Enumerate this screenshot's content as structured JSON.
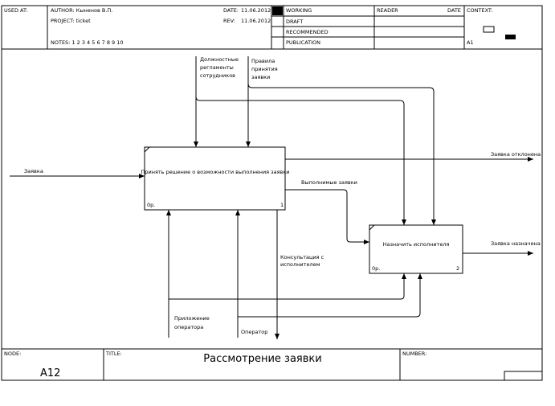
{
  "header": {
    "used_at": "USED AT:",
    "author": "AUTHOR: Кыненов В.П.",
    "project": "PROJECT: ticket",
    "notes": "NOTES: 1 2 3 4 5 6 7 8 9 10",
    "date_label": "DATE:",
    "date_value": "11.06.2012",
    "rev_label": "REV:",
    "rev_value": "11.06.2012",
    "status": [
      "WORKING",
      "DRAFT",
      "RECOMMENDED",
      "PUBLICATION"
    ],
    "reader": "READER",
    "reader_date": "DATE",
    "context": "CONTEXT:",
    "context_node": "A1"
  },
  "diagram": {
    "box1": {
      "label": "Принять решение о возможности выполнения заявки",
      "cost": "0р.",
      "number": "1"
    },
    "box2": {
      "label": "Назначить исполнителя",
      "cost": "0р.",
      "number": "2"
    },
    "arrows": {
      "input": "Заявка",
      "control1": [
        "Должностные",
        "регламенты",
        "сотрудников"
      ],
      "control2": [
        "Правила",
        "принятия",
        "заявки"
      ],
      "rejected": "Заявка отклонена",
      "accepted": "Выполнимые заявки",
      "assigned": "Заявка назначена",
      "consult": [
        "Консультация с",
        "исполнителем"
      ],
      "app": [
        "Приложение",
        "оператора"
      ],
      "operator": "Оператор"
    }
  },
  "footer": {
    "node_label": "NODE:",
    "node_value": "A12",
    "title_label": "TITLE:",
    "title_value": "Рассмотрение заявки",
    "number_label": "NUMBER:"
  }
}
